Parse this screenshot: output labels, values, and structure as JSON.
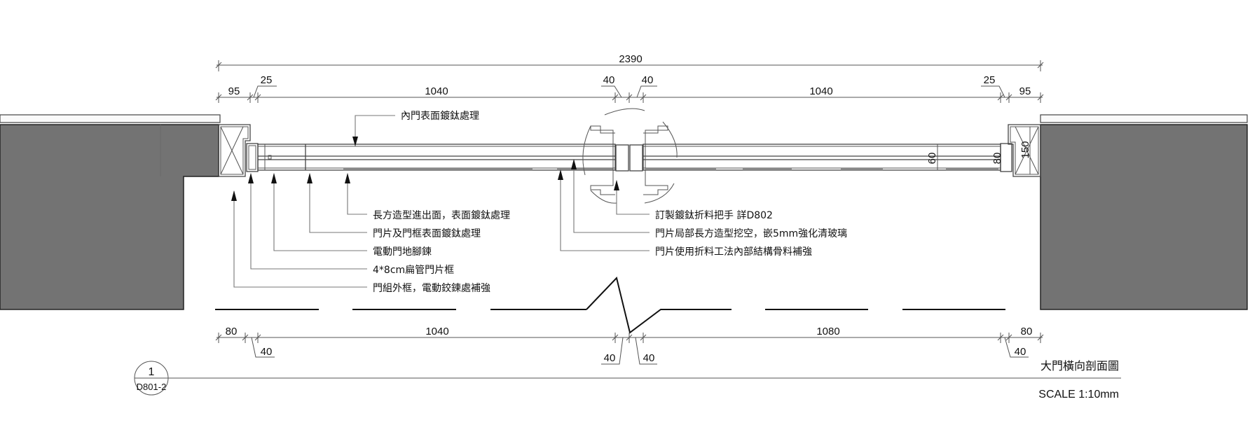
{
  "drawing": {
    "title": "大門橫向剖面圖",
    "scale": "SCALE 1:10mm",
    "callout": {
      "number": "1",
      "sheet": "D801-2"
    },
    "colors": {
      "wall": "#737373",
      "line": "#444444",
      "text": "#111111"
    }
  },
  "dimensions": {
    "overall": "2390",
    "top_row": [
      "95",
      "25",
      "1040",
      "40",
      "40",
      "1040",
      "25",
      "95"
    ],
    "bottom_row": [
      "80",
      "40",
      "1040",
      "40",
      "40",
      "1080",
      "40",
      "80"
    ],
    "vertical": [
      "60",
      "80",
      "150"
    ]
  },
  "labels": {
    "top": "內門表面鍍鈦處理",
    "left": [
      "長方造型進出面，表面鍍鈦處理",
      "門片及門框表面鍍鈦處理",
      "電動門地腳鍊",
      "4*8cm扁管門片框",
      "門組外框，電動鉸鍊處補強"
    ],
    "right": [
      "訂製鍍鈦折料把手 詳D802",
      "門片局部長方造型挖空，嵌5mm強化清玻璃",
      "門片使用折料工法內部結構骨料補強"
    ]
  }
}
